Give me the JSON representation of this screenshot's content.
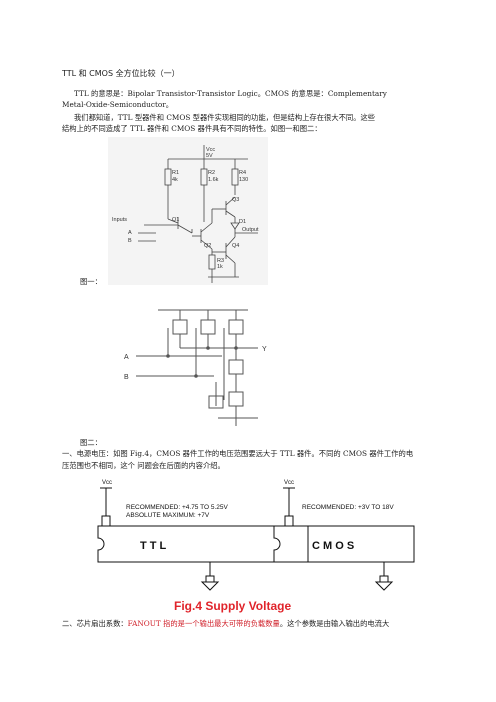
{
  "title": "TTL 和 CMOS 全方位比较（一）",
  "para1": {
    "line1": "TTL 的意思是：Bipolar Transistor-Transistor Logic。CMOS 的意思是：Complementary",
    "line2": "Metal-Oxide-Semiconductor。"
  },
  "para2": {
    "line1": "我们都知道，TTL 型器件和 CMOS 型器件实现相同的功能，但是结构上存在很大不同。这些",
    "line2": "结构上的不同造成了 TTL 器件和 CMOS 器件具有不同的特性。如图一和图二："
  },
  "figure1": {
    "caption": "图一：",
    "labels": {
      "vcc": "Vcc",
      "vcc_val": "5V",
      "r1": "R1",
      "r1_val": "4k",
      "r2": "R2",
      "r2_val": "1.6k",
      "r4": "R4",
      "r4_val": "130",
      "r3": "R3",
      "r3_val": "1k",
      "q1": "Q1",
      "q2": "Q2",
      "q3": "Q3",
      "q4": "Q4",
      "d1": "D1",
      "inputs": "Inputs",
      "a": "A",
      "b": "B",
      "output": "Output"
    }
  },
  "figure2": {
    "caption": "图二：",
    "labels": {
      "a": "A",
      "b": "B",
      "y": "Y"
    }
  },
  "para3": {
    "line1": "一、电源电压：如图 Fig.4，CMOS 器件工作的电压范围要远大于 TTL 器件。不同的 CMOS 器件工作的电",
    "line2": "压范围也不相同，这个 问题会在后面的内容介绍。"
  },
  "figure4": {
    "vcc_left": "Vcc",
    "vcc_right": "Vcc",
    "ttl_rec": "RECOMMENDED: +4.75  TO  5.25V",
    "ttl_abs": "ABSOLUTE MAXIMUM: +7V",
    "cmos_rec": "RECOMMENDED: +3V TO 18V",
    "ttl": "T T L",
    "cmos": "C M O S",
    "caption": "Fig.4  Supply Voltage"
  },
  "para4": {
    "prefix": "二、芯片扇出系数：",
    "red": "FANOUT 指的是一个输出最大可带的负载数量",
    "suffix": "。这个参数是由输入输出的电流大"
  },
  "colors": {
    "red": "#d0202a",
    "caption_red": "#e0242b"
  }
}
